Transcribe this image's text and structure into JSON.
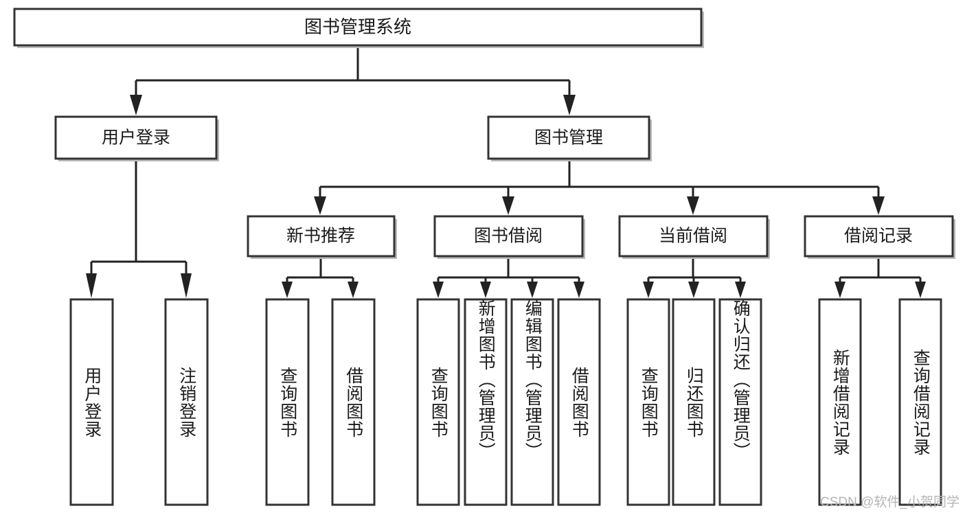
{
  "diagram": {
    "type": "tree",
    "title": "图书管理系统",
    "watermark": "CSDN @软件_小贺同学",
    "colors": {
      "box_stroke": "#333333",
      "box_fill": "#ffffff",
      "connector": "#222222",
      "text": "#1a1a1a",
      "watermark": "#b5b5b5",
      "background": "#ffffff"
    },
    "root": {
      "label": "图书管理系统"
    },
    "level2": [
      {
        "label": "用户登录"
      },
      {
        "label": "图书管理"
      }
    ],
    "level3": [
      {
        "label": "新书推荐"
      },
      {
        "label": "图书借阅"
      },
      {
        "label": "当前借阅"
      },
      {
        "label": "借阅记录"
      }
    ],
    "leaves": {
      "user_login": [
        {
          "label": "用户登录"
        },
        {
          "label": "注销登录"
        }
      ],
      "new_book_recommend": [
        {
          "label": "查询图书"
        },
        {
          "label": "借阅图书"
        }
      ],
      "book_borrow": [
        {
          "label": "查询图书"
        },
        {
          "label": "新增图书（管理员）"
        },
        {
          "label": "编辑图书（管理员）"
        },
        {
          "label": "借阅图书"
        }
      ],
      "current_borrow": [
        {
          "label": "查询图书"
        },
        {
          "label": "归还图书"
        },
        {
          "label": "确认归还（管理员）"
        }
      ],
      "borrow_record": [
        {
          "label": "新增借阅记录"
        },
        {
          "label": "查询借阅记录"
        }
      ]
    }
  }
}
